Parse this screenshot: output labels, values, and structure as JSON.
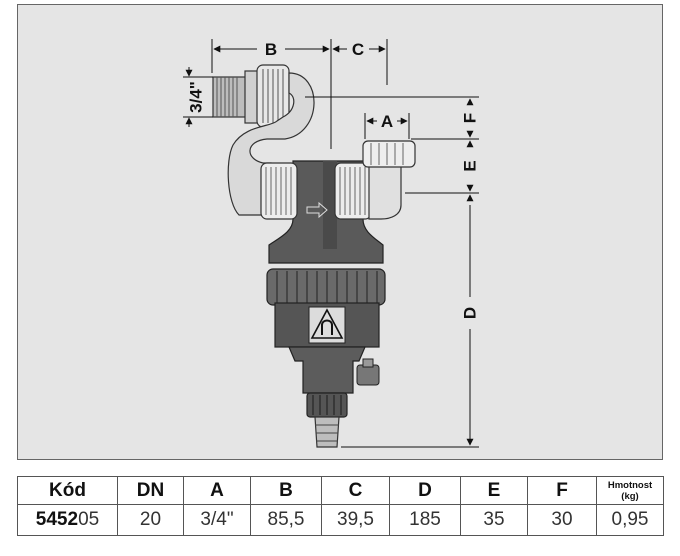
{
  "drawing": {
    "dimension_labels": {
      "b": "B",
      "c": "C",
      "a": "A",
      "thread": "3/4\"",
      "f": "F",
      "e": "E",
      "d": "D"
    }
  },
  "table": {
    "headers": {
      "code": "Kód",
      "dn": "DN",
      "a": "A",
      "b": "B",
      "c": "C",
      "d": "D",
      "e": "E",
      "f": "F",
      "weight_line1": "Hmotnost",
      "weight_line2": "(kg)"
    },
    "row": {
      "code_prefix": "5452",
      "code_suffix": "05",
      "dn": "20",
      "a": "3/4\"",
      "b": "85,5",
      "c": "39,5",
      "d": "185",
      "e": "35",
      "f": "30",
      "weight": "0,95"
    }
  }
}
